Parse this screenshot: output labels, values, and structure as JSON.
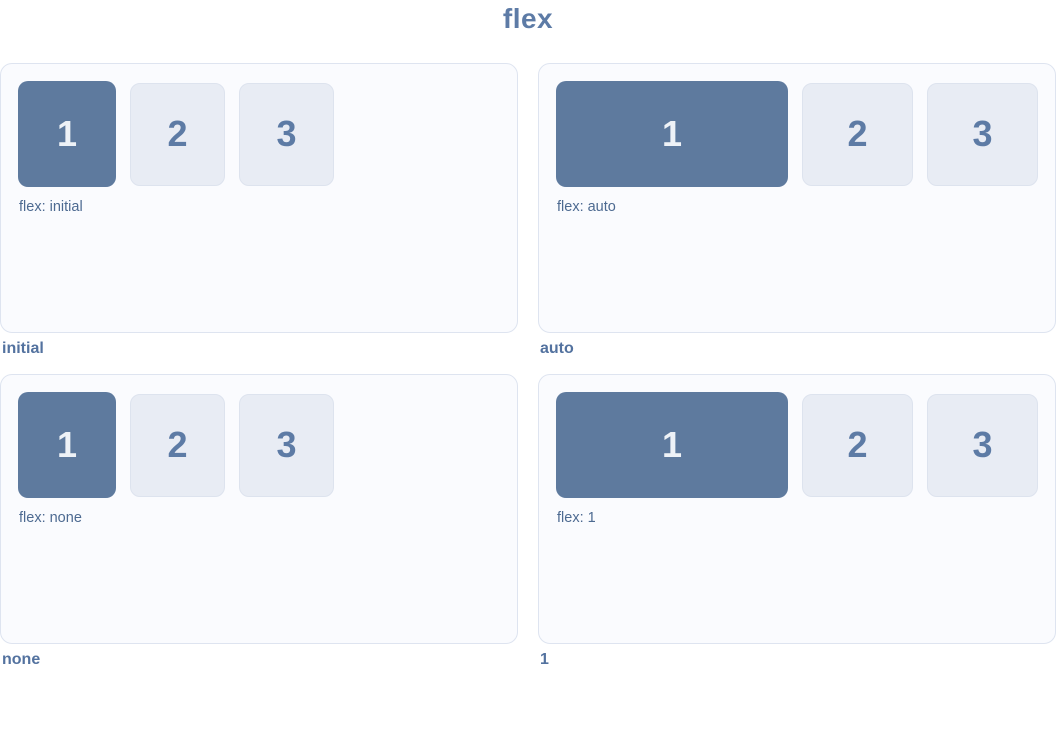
{
  "title": "flex",
  "colors": {
    "accent": "#5E7A9E",
    "box_muted_bg": "#E8ECF4",
    "box_muted_border": "#DDE3EE",
    "box_muted_text": "#5D7BA5",
    "box_featured_text": "#EEF2F7",
    "panel_bg": "#FAFBFE",
    "panel_border": "#DEE4F0",
    "title_color": "#5D7BA6",
    "caption_color": "#53729F",
    "flex_label_color": "#4D6A91",
    "page_bg": "#FFFFFF"
  },
  "panels": [
    {
      "caption": "initial",
      "flex_label": "flex: initial",
      "variant": "fixed",
      "items": [
        "1",
        "2",
        "3"
      ]
    },
    {
      "caption": "auto",
      "flex_label": "flex: auto",
      "variant": "grow",
      "items": [
        "1",
        "2",
        "3"
      ]
    },
    {
      "caption": "none",
      "flex_label": "flex: none",
      "variant": "fixed",
      "items": [
        "1",
        "2",
        "3"
      ]
    },
    {
      "caption": "1",
      "flex_label": "flex: 1",
      "variant": "grow",
      "items": [
        "1",
        "2",
        "3"
      ]
    }
  ]
}
